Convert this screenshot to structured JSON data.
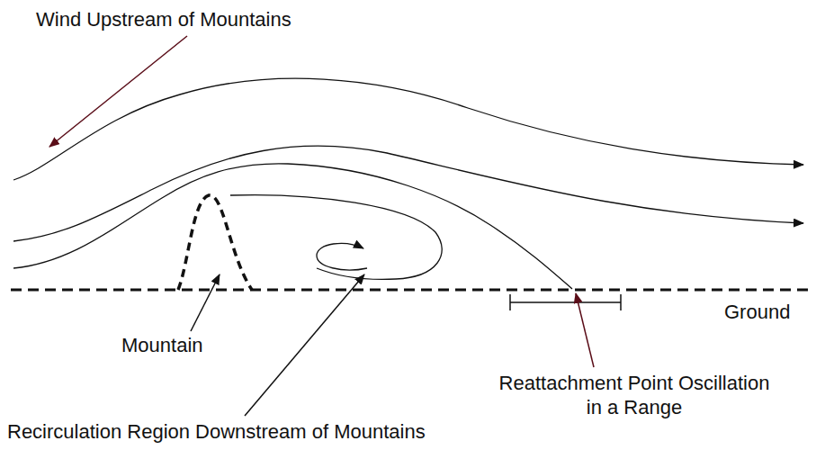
{
  "diagram": {
    "labels": [
      "Wind Upstream of Mountains",
      "Mountain",
      "Recirculation Region Downstream of Mountains",
      "Reattachment Point Oscillation in a Range",
      "Ground"
    ]
  }
}
